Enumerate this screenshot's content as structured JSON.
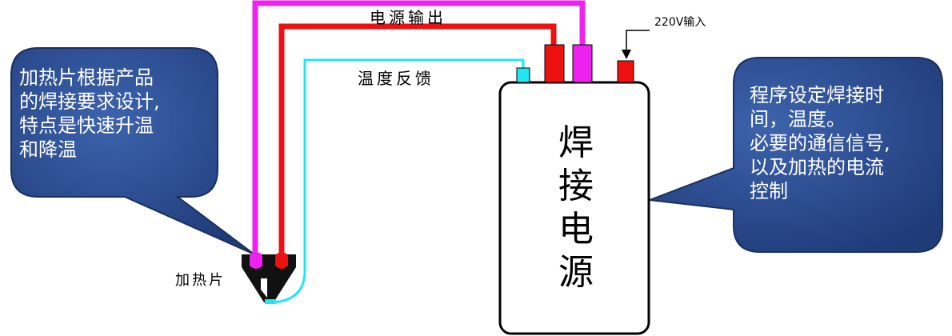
{
  "labels": {
    "power_output": "电源输出",
    "input_220v": "220V输入",
    "temperature_feedback": "温度反馈",
    "heater_label": "加热片"
  },
  "power_supply": {
    "title_chars": [
      "焊",
      "接",
      "电",
      "源"
    ]
  },
  "left_callout": {
    "lines": [
      "加热片根据产品",
      "的焊接要求设计,",
      "特点是快速升温",
      "和降温"
    ]
  },
  "right_callout": {
    "lines": [
      "程序设定焊接时",
      "间，温度。",
      "必要的通信信号,",
      "以及加热的电流",
      "控制"
    ]
  },
  "colors": {
    "magenta_wire": "#ee22ee",
    "red_wire": "#ee1111",
    "cyan_wire": "#22e5f0",
    "callout_fill": "#2b4c8f"
  }
}
